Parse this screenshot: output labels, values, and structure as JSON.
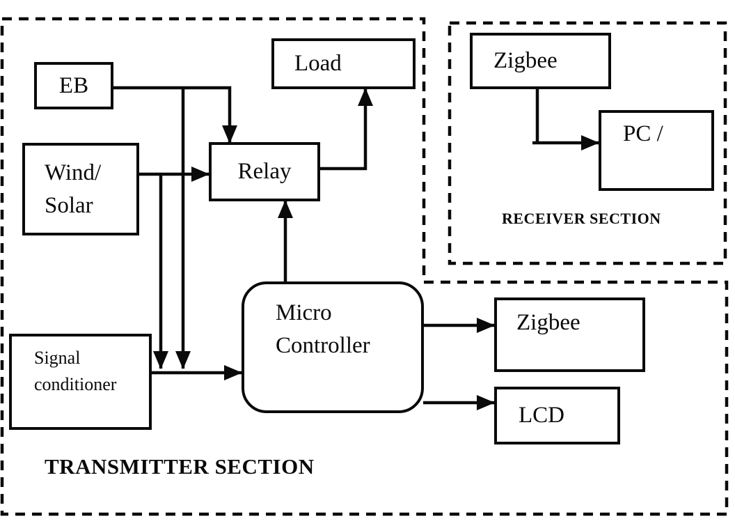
{
  "sections": {
    "transmitter": {
      "title": "TRANSMITTER SECTION",
      "nodes": {
        "eb": {
          "label": "EB"
        },
        "wind_solar": {
          "label_line1": "Wind/",
          "label_line2": "Solar"
        },
        "load": {
          "label": "Load"
        },
        "relay": {
          "label": "Relay"
        },
        "signal_conditioner": {
          "label_line1": "Signal",
          "label_line2": "conditioner"
        },
        "micro_controller": {
          "label_line1": "Micro",
          "label_line2": "Controller"
        },
        "zigbee": {
          "label": "Zigbee"
        },
        "lcd": {
          "label": "LCD"
        }
      }
    },
    "receiver": {
      "title": "RECEIVER SECTION",
      "nodes": {
        "zigbee": {
          "label": "Zigbee"
        },
        "pc": {
          "label": "PC /"
        }
      }
    }
  },
  "edges": [
    {
      "from": "EB",
      "to": "Relay"
    },
    {
      "from": "EB",
      "to": "Micro Controller"
    },
    {
      "from": "Wind/Solar",
      "to": "Relay"
    },
    {
      "from": "Wind/Solar",
      "to": "Micro Controller"
    },
    {
      "from": "Signal conditioner",
      "to": "Micro Controller"
    },
    {
      "from": "Micro Controller",
      "to": "Relay"
    },
    {
      "from": "Relay",
      "to": "Load"
    },
    {
      "from": "Micro Controller",
      "to": "Zigbee"
    },
    {
      "from": "Micro Controller",
      "to": "LCD"
    },
    {
      "from": "Zigbee (receiver)",
      "to": "PC /"
    }
  ],
  "colors": {
    "ink": "#0a0a0a",
    "background": "#ffffff"
  }
}
